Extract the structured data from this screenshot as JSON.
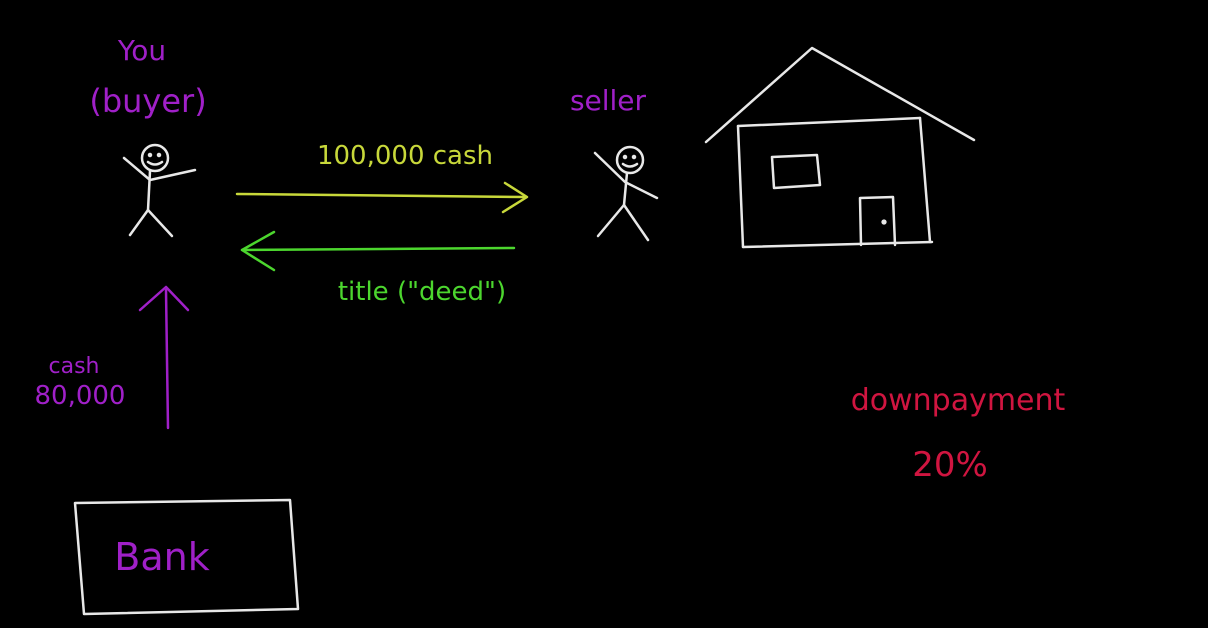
{
  "buyer": {
    "line1": "You",
    "line2": "(buyer)"
  },
  "seller": {
    "label": "seller"
  },
  "cash_arrow": {
    "label": "100,000 cash"
  },
  "title_arrow": {
    "label": "title (\"deed\")"
  },
  "loan_arrow": {
    "line1": "cash",
    "line2": "80,000"
  },
  "bank": {
    "label": "Bank"
  },
  "downpayment": {
    "line1": "downpayment",
    "line2": "20%"
  },
  "colors": {
    "background": "#000000",
    "chalk": "#e8e8e8",
    "purple": "#a020c8",
    "yellow": "#c8d83a",
    "green": "#4cd62e",
    "red": "#d01540"
  }
}
